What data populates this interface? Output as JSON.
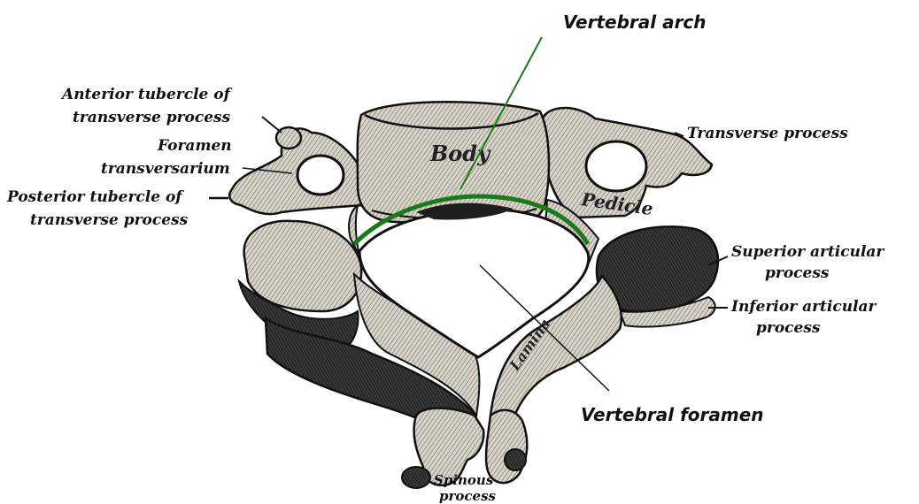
{
  "labels": {
    "anterior_tubercle_1": "Anterior tubercle of",
    "anterior_tubercle_2": "transverse process",
    "foramen_transversarium_1": "Foramen",
    "foramen_transversarium_2": "transversarium",
    "posterior_tubercle_1": "Posterior tubercle of",
    "posterior_tubercle_2": "transverse process",
    "transverse_process": "Transverse process",
    "superior_articular_1": "Superior articular",
    "superior_articular_2": "process",
    "inferior_articular_1": "Inferior articular",
    "inferior_articular_2": "process",
    "spinous_1": "Spinous",
    "spinous_2": "process",
    "body": "Body",
    "pedicle": "Pedicle",
    "lamina": "Lamina"
  },
  "callouts": {
    "vertebral_arch": "Vertebral arch",
    "vertebral_foramen": "Vertebral foramen"
  },
  "colors": {
    "arch_highlight": "#1a7a1a",
    "leader_line": "#1a7a1a",
    "bone_fill": "#e8e4da",
    "bone_shade": "#2a2a2a"
  }
}
